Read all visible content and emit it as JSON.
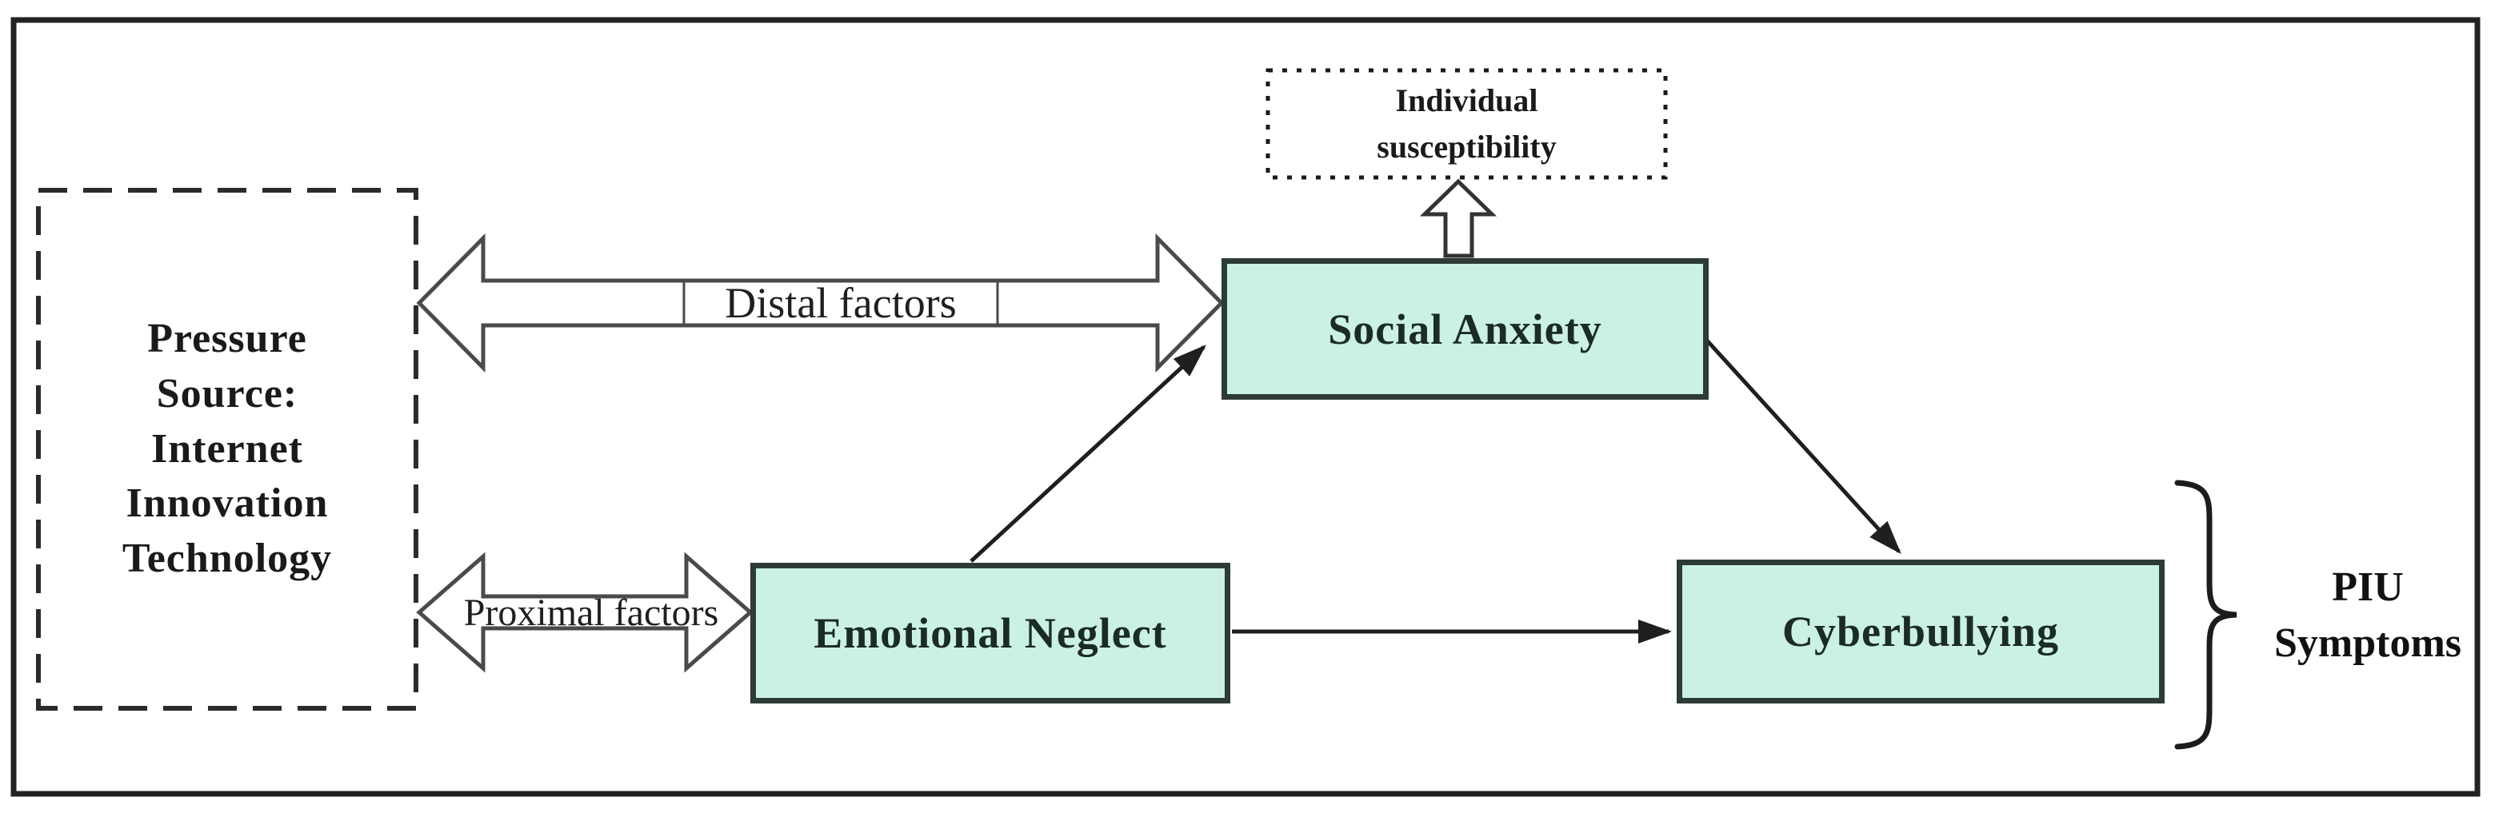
{
  "figure": {
    "type": "conceptual-path-diagram",
    "background": "#ffffff",
    "frame_color": "#222222"
  },
  "nodes": {
    "pressure_source": {
      "label": "Pressure Source: Internet Innovation Technology",
      "lines": [
        "Pressure",
        "Source:",
        "Internet",
        "Innovation",
        "Technology"
      ],
      "border_style": "dashed"
    },
    "individual_susceptibility": {
      "label": "Individual susceptibility",
      "lines": [
        "Individual",
        "susceptibility"
      ],
      "border_style": "dotted"
    },
    "social_anxiety": {
      "label": "Social Anxiety",
      "border_style": "solid",
      "fill": "#cbf1e5"
    },
    "emotional_neglect": {
      "label": "Emotional Neglect",
      "border_style": "solid",
      "fill": "#cbf1e5"
    },
    "cyberbullying": {
      "label": "Cyberbullying",
      "border_style": "solid",
      "fill": "#cbf1e5"
    }
  },
  "edges": {
    "distal": {
      "from": "Pressure Source",
      "to": "Social Anxiety",
      "label": "Distal factors",
      "type": "double-headed block arrow"
    },
    "proximal": {
      "from": "Pressure Source",
      "to": "Emotional Neglect",
      "label": "Proximal factors",
      "type": "double-headed block arrow"
    },
    "susceptibility_up": {
      "from": "Social Anxiety",
      "to": "Individual susceptibility",
      "label": "",
      "type": "hollow block arrow up"
    },
    "neglect_to_anxiety": {
      "from": "Emotional Neglect",
      "to": "Social Anxiety",
      "label": "",
      "type": "arrow"
    },
    "neglect_to_cyberbullying": {
      "from": "Emotional Neglect",
      "to": "Cyberbullying",
      "label": "",
      "type": "arrow"
    },
    "anxiety_to_cyberbullying": {
      "from": "Social Anxiety",
      "to": "Cyberbullying",
      "label": "",
      "type": "arrow"
    }
  },
  "annotation": {
    "label": "PIU Symptoms",
    "lines": [
      "PIU",
      "Symptoms"
    ],
    "marker": "right curly brace"
  },
  "colors": {
    "node_fill": "#cbf1e5",
    "node_border": "#2d3b37",
    "node_text": "#1b2b26",
    "block_arrow_fill": "#ffffff",
    "block_arrow_outline": "#4a4a4a",
    "line_color": "#1f1f1f",
    "text_color": "#1a1a1a"
  }
}
